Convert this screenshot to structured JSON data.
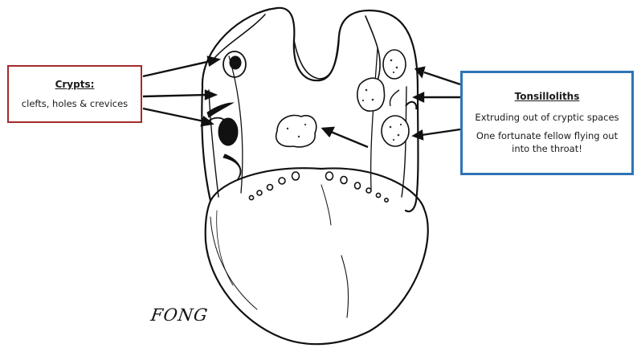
{
  "crypts": {
    "title": "Crypts:",
    "description": "clefts, holes & crevices",
    "border_color": "#a52a2a"
  },
  "tonsilloliths": {
    "title": "Tonsilloliths",
    "line1": "Extruding out of cryptic spaces",
    "line2": "One fortunate fellow flying out into the throat!",
    "border_color": "#2e74b5"
  },
  "signature": "FONG"
}
